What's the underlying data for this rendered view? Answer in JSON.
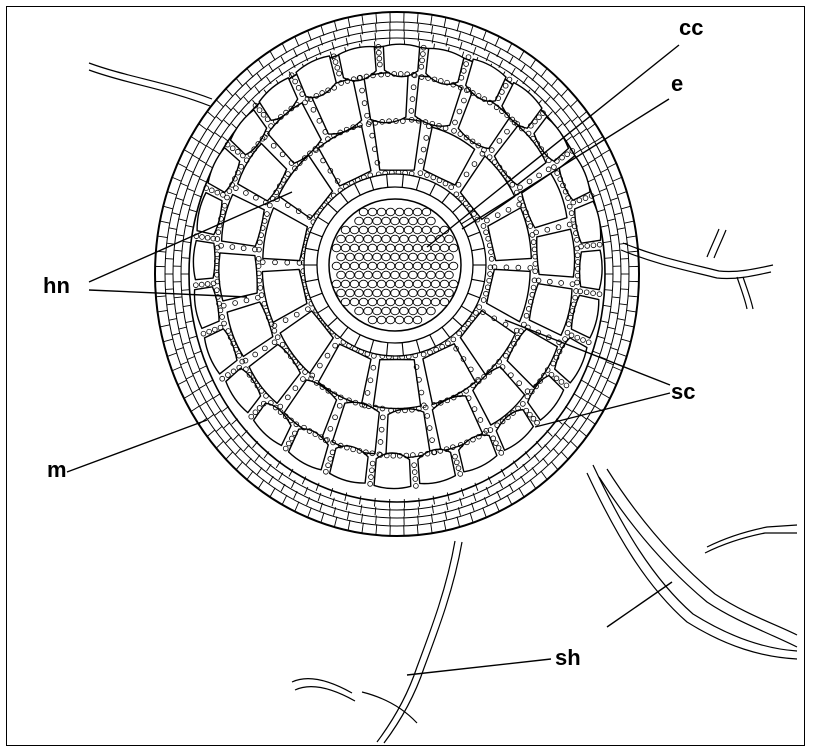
{
  "labels": {
    "cc": "cc",
    "e": "e",
    "hn": "hn",
    "sc": "sc",
    "m": "m",
    "sh": "sh"
  },
  "colors": {
    "ink": "#000000",
    "paper": "#ffffff"
  }
}
